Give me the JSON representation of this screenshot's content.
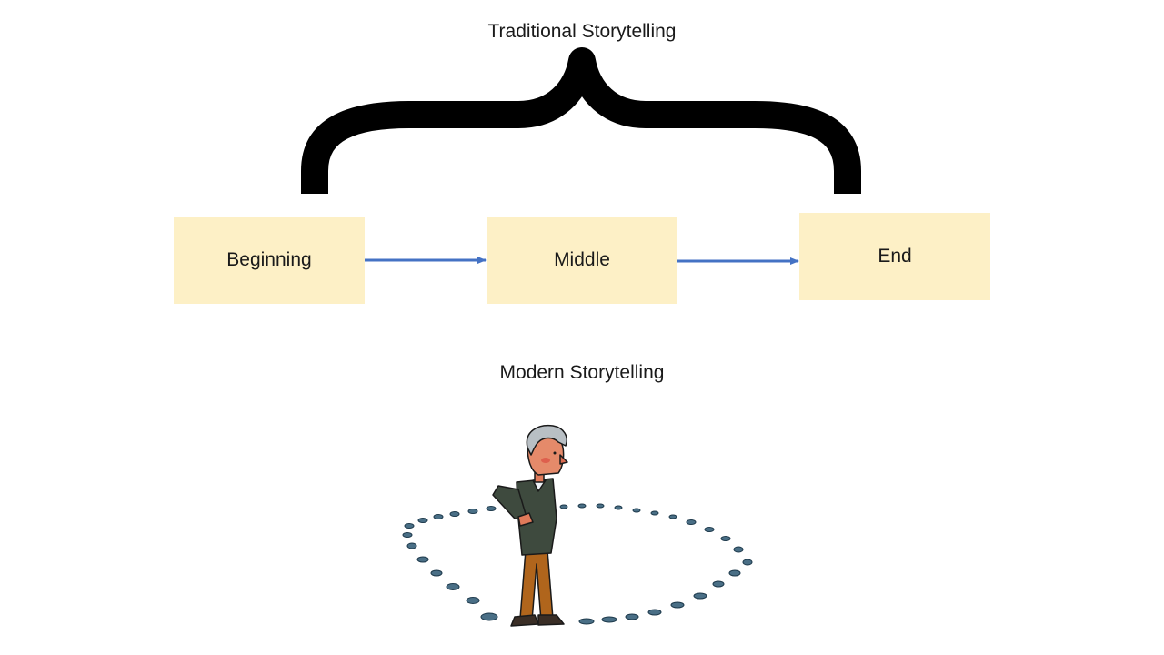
{
  "traditional": {
    "title": "Traditional Storytelling",
    "stages": [
      {
        "label": "Beginning"
      },
      {
        "label": "Middle"
      },
      {
        "label": "End"
      }
    ]
  },
  "modern": {
    "title": "Modern Storytelling"
  },
  "colors": {
    "box_fill": "#fdf0c6",
    "arrow": "#4472c4",
    "brace": "#000000"
  }
}
